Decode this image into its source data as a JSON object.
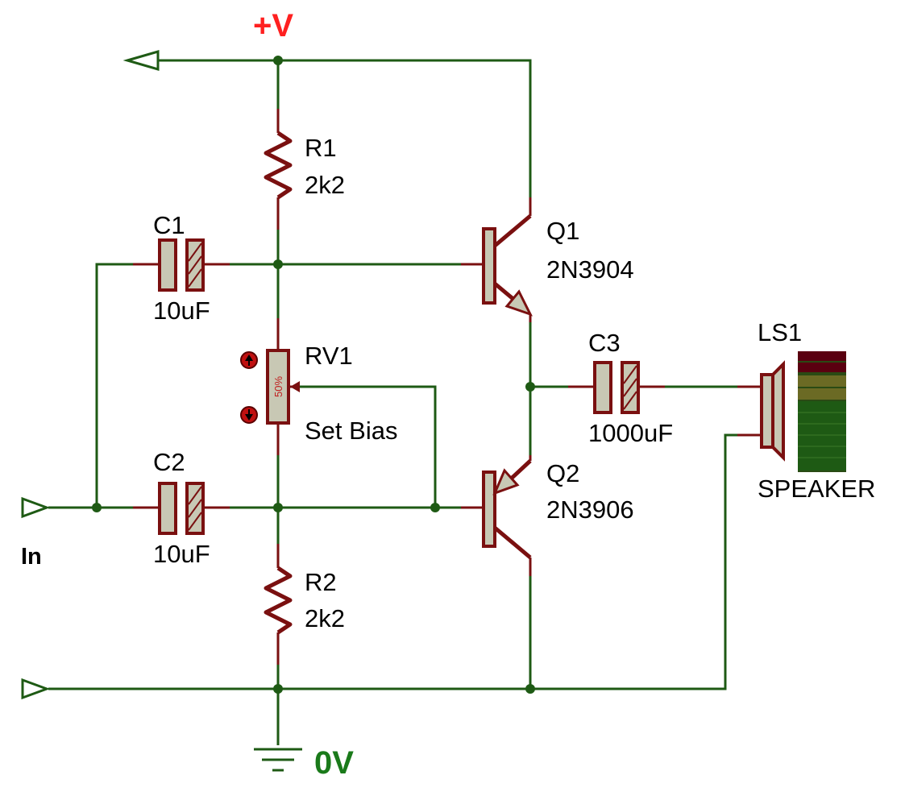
{
  "supply": {
    "label": "+V",
    "color": "#ff2020"
  },
  "ground": {
    "label": "0V",
    "color": "#1a7a1a"
  },
  "input": {
    "label": "In"
  },
  "components": {
    "r1": {
      "ref": "R1",
      "value": "2k2"
    },
    "r2": {
      "ref": "R2",
      "value": "2k2"
    },
    "c1": {
      "ref": "C1",
      "value": "10uF"
    },
    "c2": {
      "ref": "C2",
      "value": "10uF"
    },
    "c3": {
      "ref": "C3",
      "value": "1000uF"
    },
    "rv1": {
      "ref": "RV1",
      "value": "Set Bias",
      "wiper": "50%"
    },
    "q1": {
      "ref": "Q1",
      "value": "2N3904"
    },
    "q2": {
      "ref": "Q2",
      "value": "2N3906"
    },
    "ls1": {
      "ref": "LS1",
      "value": "SPEAKER"
    }
  },
  "colors": {
    "wire": "#1e5a14",
    "component": "#7a1010",
    "body": "#c8c8b4"
  }
}
